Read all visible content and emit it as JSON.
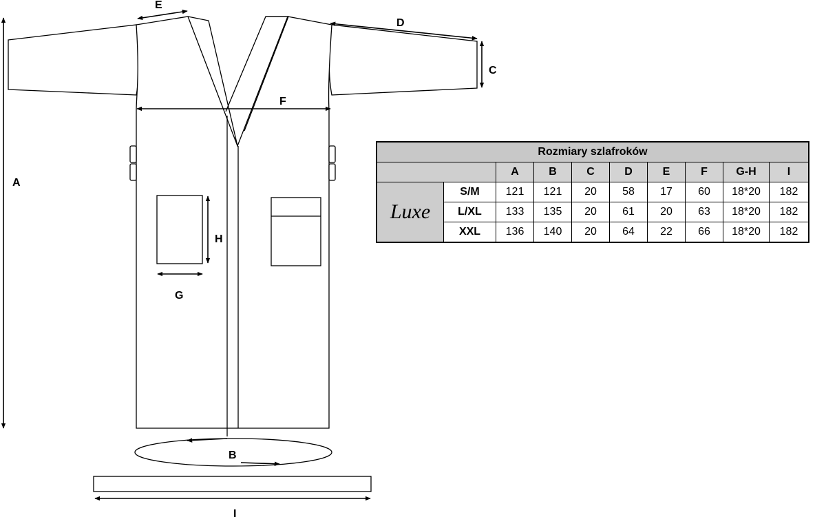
{
  "labels": {
    "A": "A",
    "B": "B",
    "C": "C",
    "D": "D",
    "E": "E",
    "F": "F",
    "G": "G",
    "H": "H",
    "I": "I"
  },
  "table": {
    "title": "Rozmiary szlafroków",
    "columns": [
      "A",
      "B",
      "C",
      "D",
      "E",
      "F",
      "G-H",
      "I"
    ],
    "model": "Luxe",
    "rows": [
      {
        "size": "S/M",
        "values": [
          "121",
          "121",
          "20",
          "58",
          "17",
          "60",
          "18*20",
          "182"
        ]
      },
      {
        "size": "L/XL",
        "values": [
          "133",
          "135",
          "20",
          "61",
          "20",
          "63",
          "18*20",
          "182"
        ]
      },
      {
        "size": "XXL",
        "values": [
          "136",
          "140",
          "20",
          "64",
          "22",
          "66",
          "18*20",
          "182"
        ]
      }
    ]
  }
}
